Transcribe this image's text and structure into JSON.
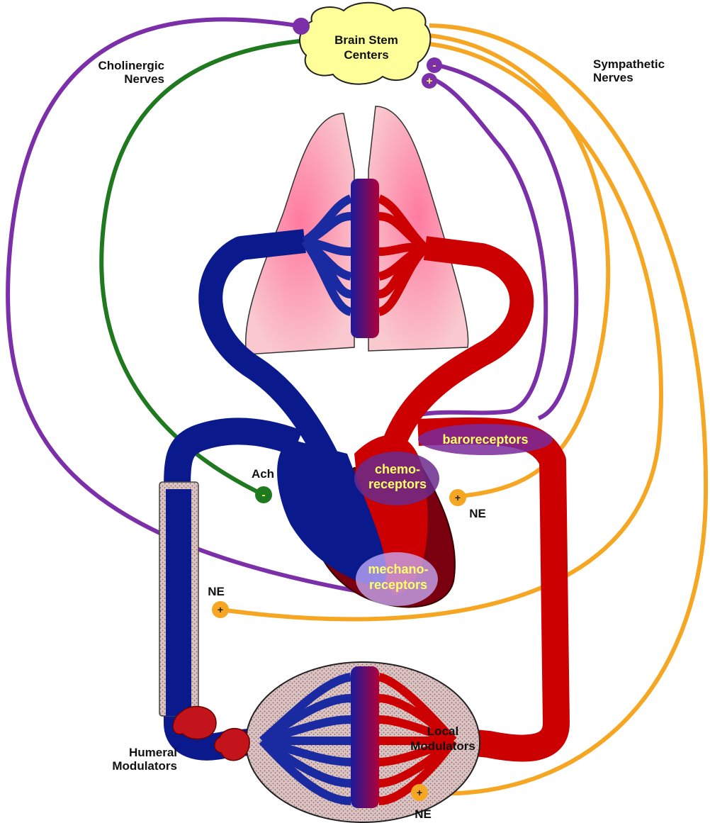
{
  "labels": {
    "brain_stem_line1": "Brain Stem",
    "brain_stem_line2": "Centers",
    "cholinergic_line1": "Cholinergic",
    "cholinergic_line2": "Nerves",
    "sympathetic_line1": "Sympathetic",
    "sympathetic_line2": "Nerves",
    "baroreceptors": "baroreceptors",
    "chemo_line1": "chemo-",
    "chemo_line2": "receptors",
    "mechano_line1": "mechano-",
    "mechano_line2": "receptors",
    "ach": "Ach",
    "ne_heart": "NE",
    "ne_vessel": "NE",
    "ne_bottom": "NE",
    "humeral_line1": "Humeral",
    "humeral_line2": "Modulators",
    "local_line1": "Local",
    "local_line2": "Modulators"
  },
  "signs": {
    "minus": "-",
    "plus": "+"
  },
  "colors": {
    "cholinergic_nerve": "#7b2fa8",
    "vagal_nerve": "#1f7a1f",
    "sympathetic_nerve": "#f5a623",
    "venous_blood": "#0a1a8c",
    "arterial_blood": "#cc0000",
    "lung_tissue": "#f4b8c0",
    "brain": "#ffff99"
  }
}
